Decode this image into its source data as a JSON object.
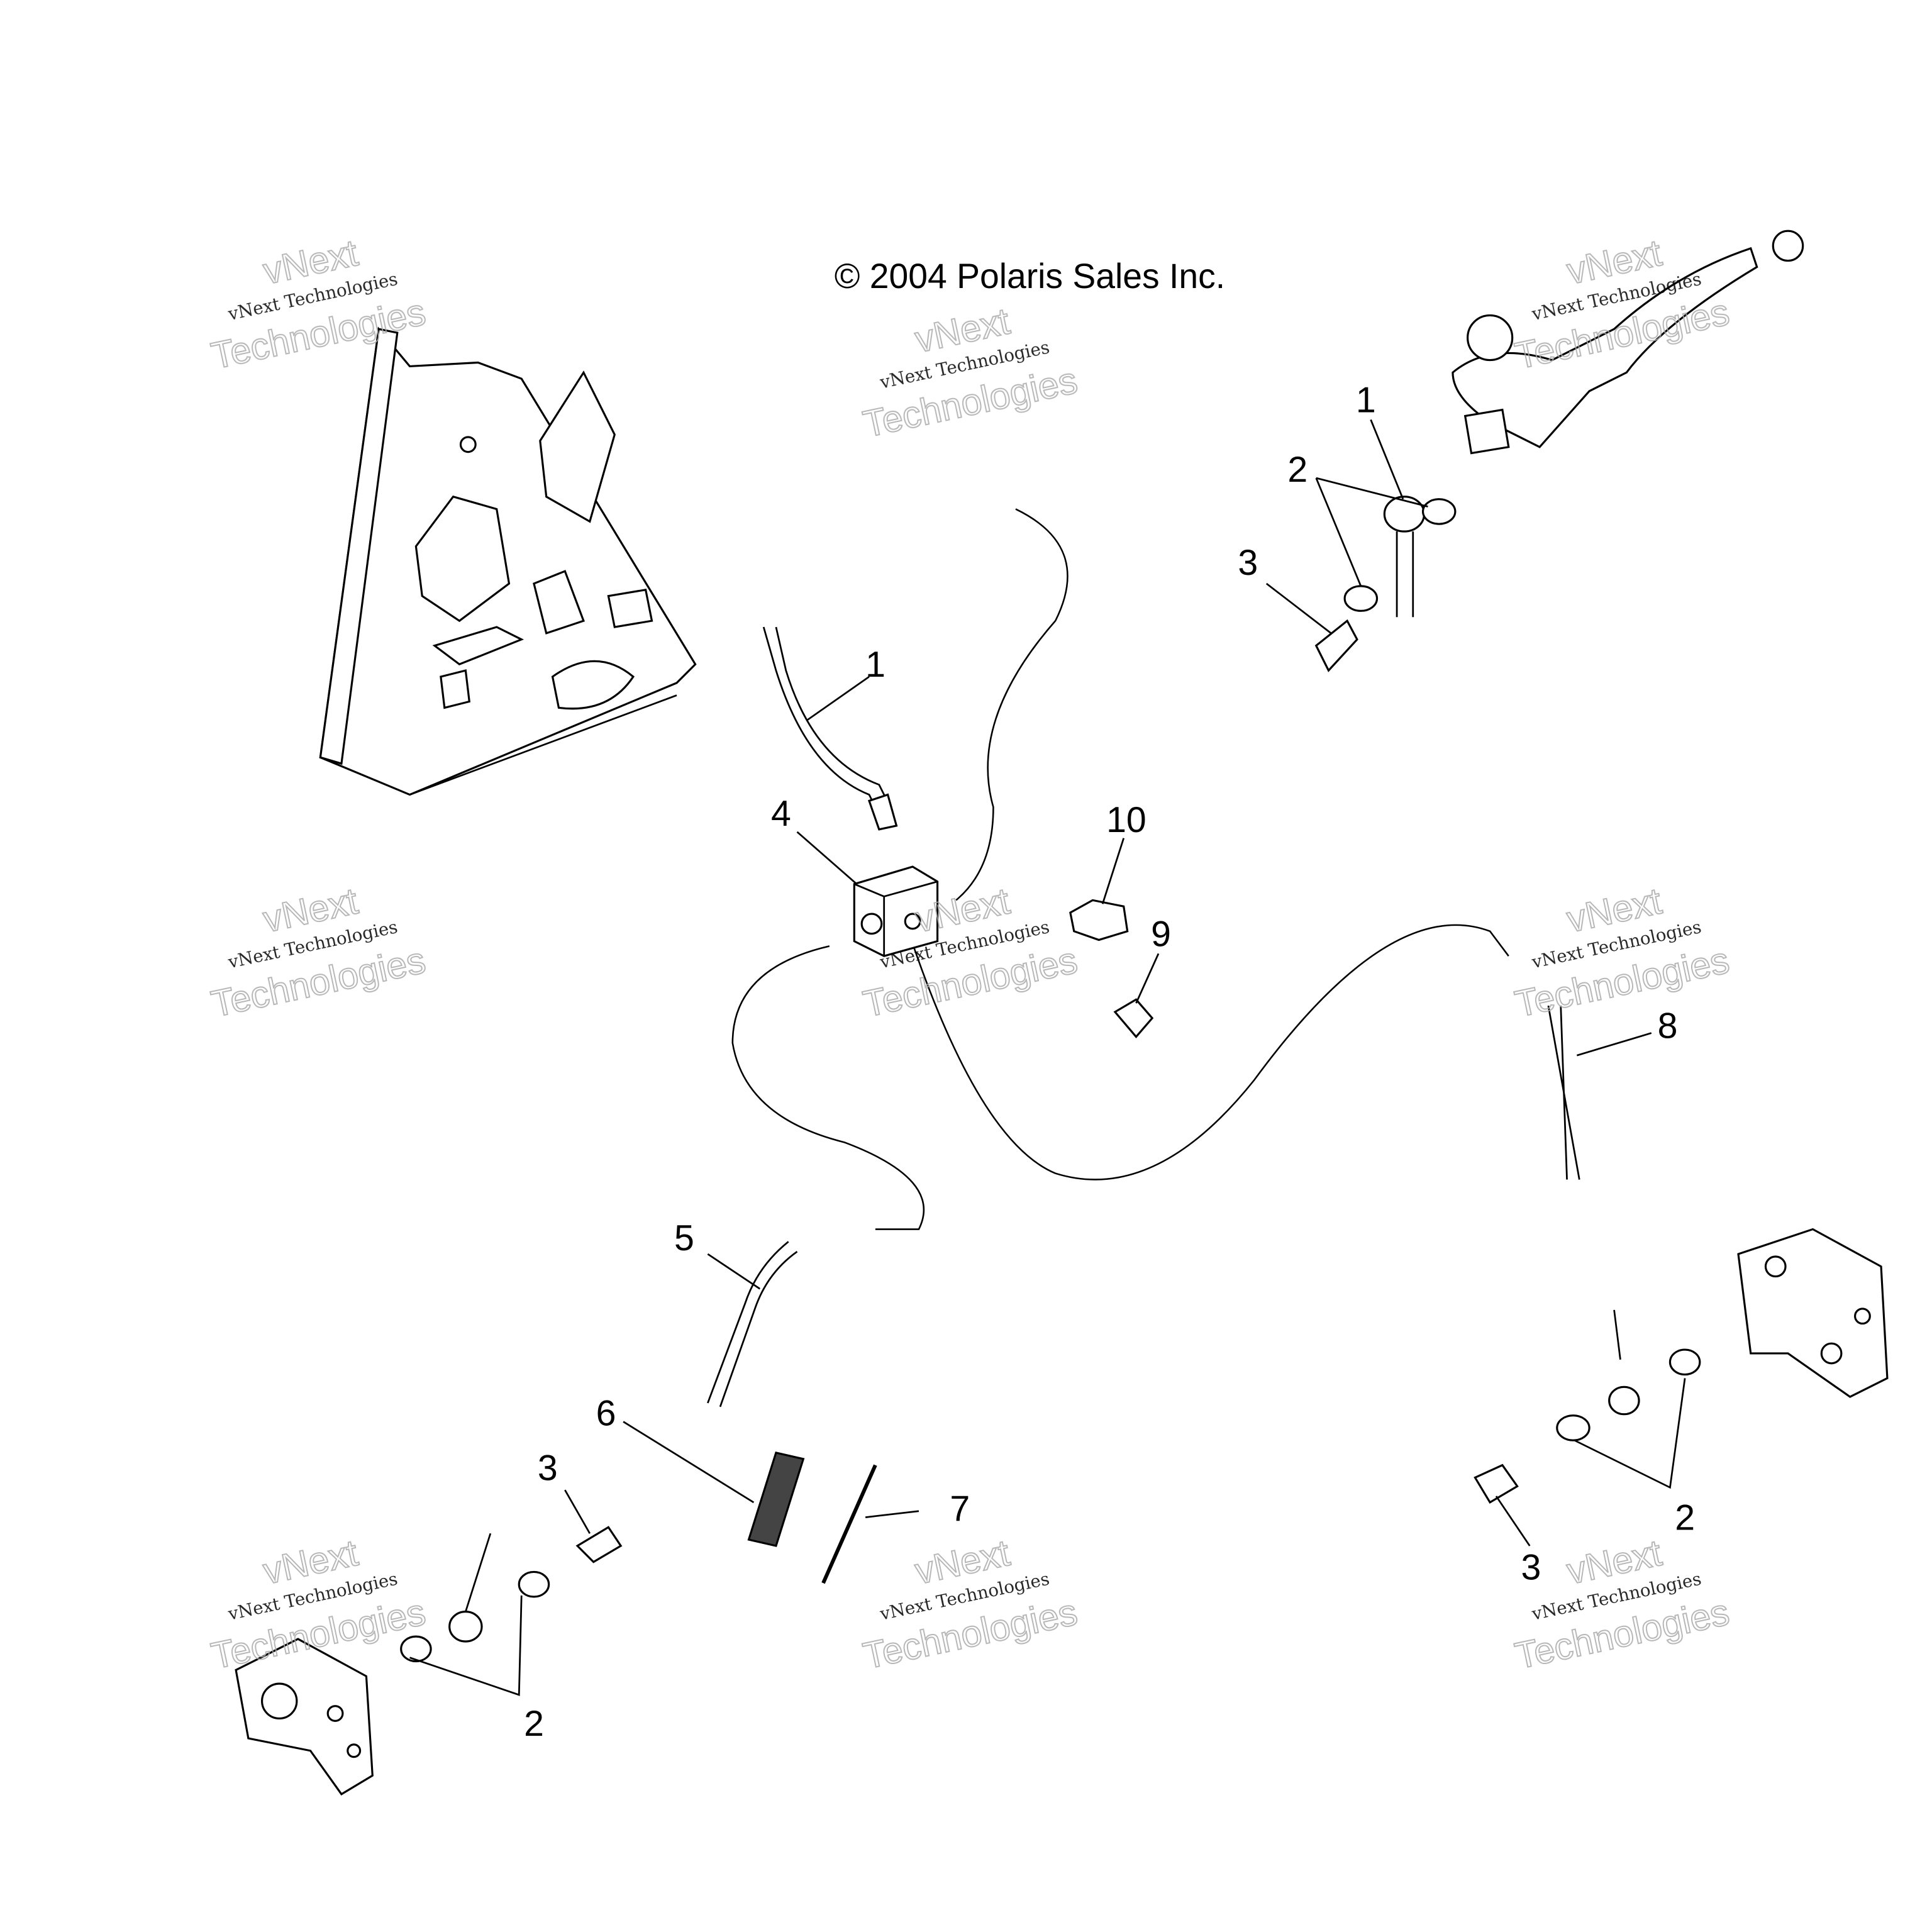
{
  "copyright": "© 2004 Polaris Sales Inc.",
  "watermark": {
    "line1": "vNext Technologies",
    "line2a": "vNext",
    "line2b": "Technologies"
  },
  "callouts": [
    "1",
    "2",
    "3",
    "1",
    "4",
    "10",
    "9",
    "8",
    "5",
    "6",
    "7",
    "3",
    "2",
    "3",
    "2"
  ]
}
